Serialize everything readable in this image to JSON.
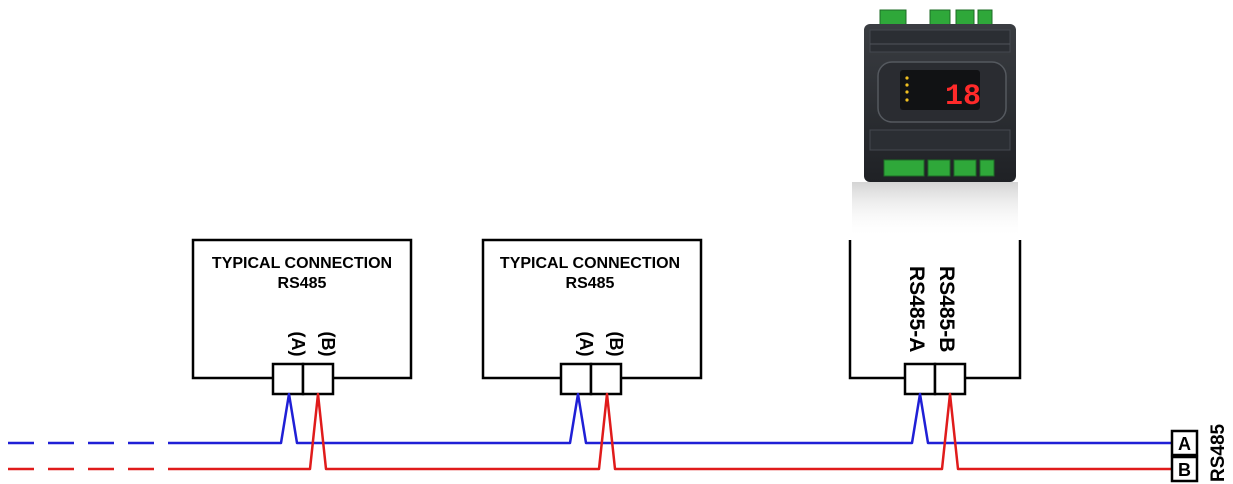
{
  "devices": [
    {
      "title_line1": "TYPICAL CONNECTION",
      "title_line2": "RS485",
      "terminal_a": "(A)",
      "terminal_b": "(B)"
    },
    {
      "title_line1": "TYPICAL CONNECTION",
      "title_line2": "RS485",
      "terminal_a": "(A)",
      "terminal_b": "(B)"
    }
  ],
  "controller": {
    "terminal_a": "RS485-A",
    "terminal_b": "RS485-B",
    "display_digits": "18"
  },
  "bus_end": {
    "label": "RS485",
    "line_a": "A",
    "line_b": "B"
  },
  "colors": {
    "line_a": "#1f1fd6",
    "line_b": "#e01b1b",
    "outline": "#000000",
    "display_digits": "#ff2a2a",
    "terminal_green": "#2fa83a"
  }
}
